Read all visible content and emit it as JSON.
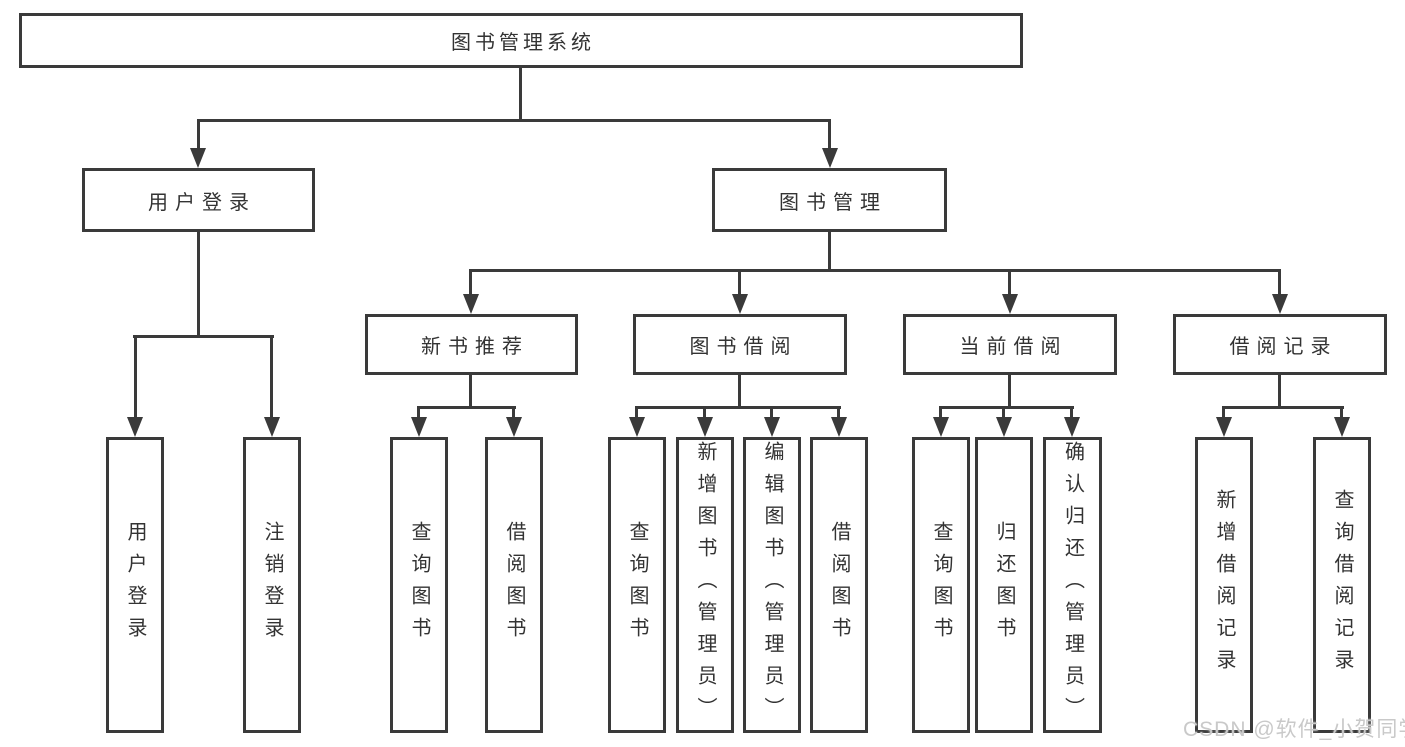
{
  "diagram": {
    "root": {
      "label": "图书管理系统"
    },
    "level2": [
      {
        "label": "用户登录"
      },
      {
        "label": "图书管理"
      }
    ],
    "level3": [
      {
        "label": "新书推荐"
      },
      {
        "label": "图书借阅"
      },
      {
        "label": "当前借阅"
      },
      {
        "label": "借阅记录"
      }
    ],
    "leaves": {
      "user_login": [
        {
          "label": "用户登录"
        },
        {
          "label": "注销登录"
        }
      ],
      "new_book": [
        {
          "label": "查询图书"
        },
        {
          "label": "借阅图书"
        }
      ],
      "book_borrow": [
        {
          "label": "查询图书"
        },
        {
          "label": "新增图书（管理员）"
        },
        {
          "label": "编辑图书（管理员）"
        },
        {
          "label": "借阅图书"
        }
      ],
      "current_borrow": [
        {
          "label": "查询图书"
        },
        {
          "label": "归还图书"
        },
        {
          "label": "确认归还（管理员）"
        }
      ],
      "borrow_record": [
        {
          "label": "新增借阅记录"
        },
        {
          "label": "查询借阅记录"
        }
      ]
    }
  },
  "watermark": {
    "text": "CSDN @软件_小贺同学"
  },
  "colors": {
    "line": "#3a3a3a",
    "text": "#333333",
    "background": "#ffffff",
    "watermark": "#c9c9c9"
  }
}
